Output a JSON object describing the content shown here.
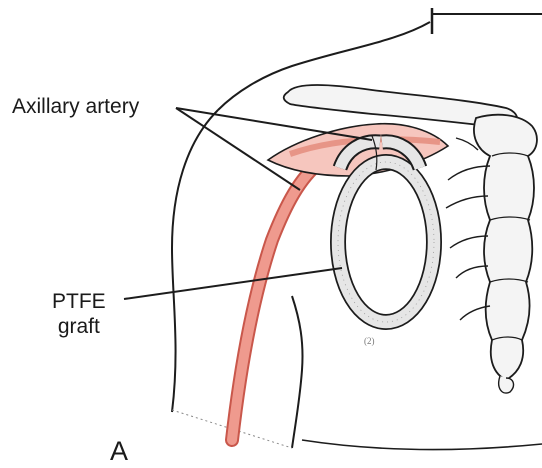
{
  "labels": {
    "axillary_artery": "Axillary artery",
    "ptfe_line1": "PTFE",
    "ptfe_line2": "graft",
    "panel_letter": "A",
    "small_mark": "(2)"
  },
  "colors": {
    "artery": "#ef9a8e",
    "artery_dark": "#c9574b",
    "incision": "#f6c6be",
    "outline": "#1c1c1c",
    "graft": "#e6e6e6",
    "bone": "#f4f4f4"
  }
}
